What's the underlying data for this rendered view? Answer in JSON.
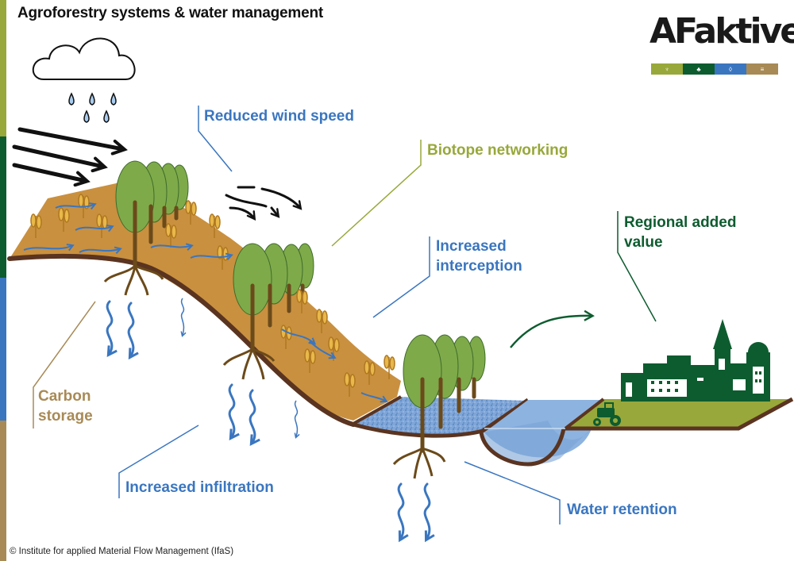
{
  "title": "Agroforestry systems & water management",
  "copyright": "© Institute for applied Material Flow Management (IfaS)",
  "logo": {
    "text": "AFaktive",
    "icons": [
      {
        "name": "grain-icon",
        "glyph": "♆",
        "color": "#98a83a"
      },
      {
        "name": "tree-icon",
        "glyph": "♣",
        "color": "#0d5c2f"
      },
      {
        "name": "water-drop-icon",
        "glyph": "◊",
        "color": "#3a76c0"
      },
      {
        "name": "soil-icon",
        "glyph": "≡",
        "color": "#a88a56"
      }
    ]
  },
  "colors": {
    "olive": "#98a83a",
    "dark_green": "#0d5c2f",
    "blue": "#3a76c0",
    "tan": "#a88a56",
    "soil": "#c9903f",
    "soil_edge": "#5a3420",
    "foliage": "#7faa4a",
    "water": "#8db3e0"
  },
  "labels": {
    "reduced_wind_speed": "Reduced wind speed",
    "biotope_networking": "Biotope networking",
    "increased_interception_1": "Increased",
    "increased_interception_2": "interception",
    "regional_added_value_1": "Regional added",
    "regional_added_value_2": "value",
    "carbon_storage_1": "Carbon",
    "carbon_storage_2": "storage",
    "increased_infiltration": "Increased infiltration",
    "water_retention": "Water retention"
  }
}
